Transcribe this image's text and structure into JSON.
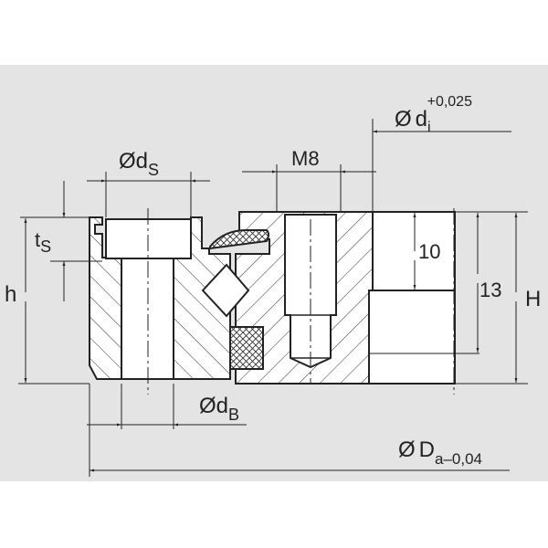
{
  "drawing": {
    "background_color": "#e4e4e4",
    "line_color": "#222222",
    "labels": {
      "di": {
        "symbol": "Ø",
        "main": "d",
        "sub": "i",
        "sup": "+0,025"
      },
      "ds": {
        "symbol": "Ø",
        "main": "d",
        "sub": "S"
      },
      "m8": {
        "main": "M8"
      },
      "ts": {
        "main": "t",
        "sub": "S"
      },
      "h": {
        "main": "h"
      },
      "ten": {
        "main": "10"
      },
      "thirteen": {
        "main": "13"
      },
      "H": {
        "main": "H"
      },
      "dB": {
        "symbol": "Ø",
        "main": "d",
        "sub": "B"
      },
      "Da": {
        "symbol": "Ø",
        "main": "D",
        "sub": "a–0,04"
      }
    }
  }
}
